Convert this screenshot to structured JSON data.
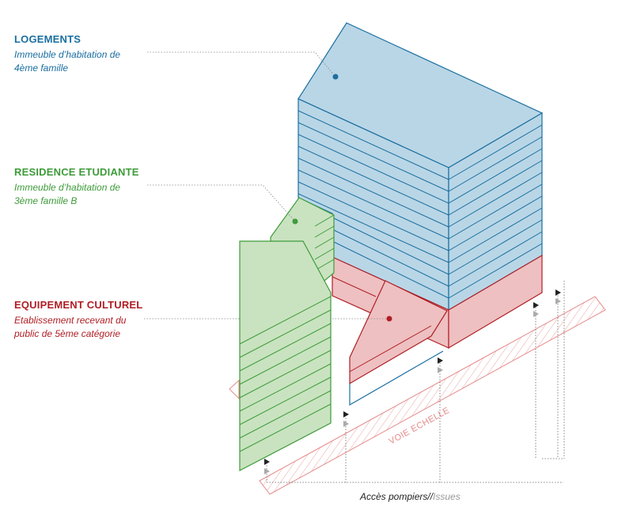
{
  "colors": {
    "logements": "#1a6fa0",
    "logements_fill": "#b9d6e6",
    "residence": "#3e9b3a",
    "residence_fill": "#c9e3c0",
    "equipement": "#b01e25",
    "equipement_fill": "#eec0c1",
    "voie": "#e58a8a",
    "caption": "#222222",
    "caption_muted": "#999999"
  },
  "labels": {
    "logements": {
      "title": "LOGEMENTS",
      "line1": "Immeuble d’habitation de",
      "line2": "4ème famille"
    },
    "residence": {
      "title": "RESIDENCE ETUDIANTE",
      "line1": "Immeuble d’habitation de",
      "line2": "3ème famille B"
    },
    "equipement": {
      "title": "EQUIPEMENT CULTUREL",
      "line1": "Etablissement recevant du",
      "line2": "public de 5ème catégorie"
    }
  },
  "voie": {
    "label": "VOIE ECHELLE"
  },
  "caption": {
    "main": "Accès pompiers//",
    "muted": "Issues"
  }
}
